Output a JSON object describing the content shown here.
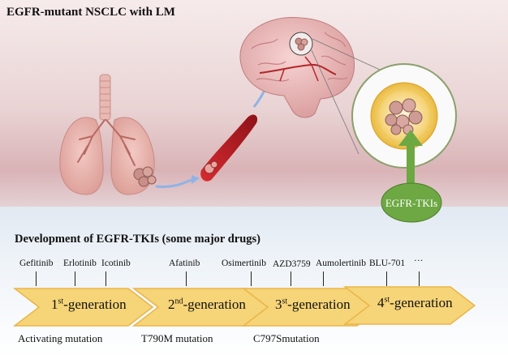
{
  "header": {
    "title": "EGFR-mutant NSCLC with LM"
  },
  "treatment": {
    "label": "EGFR-TKIs"
  },
  "development": {
    "title": "Development of EGFR-TKIs (some major drugs)",
    "drugs": [
      "Gefitinib",
      "Erlotinib",
      "Icotinib",
      "Afatinib",
      "Osimertinib",
      "AZD3759",
      "Aumolertinib",
      "BLU-701",
      "···"
    ],
    "generations": [
      {
        "num": "1",
        "sup": "st",
        "suffix": "-generation"
      },
      {
        "num": "2",
        "sup": "nd",
        "suffix": "-generation"
      },
      {
        "num": "3",
        "sup": "st",
        "suffix": "-generation"
      },
      {
        "num": "4",
        "sup": "st",
        "suffix": "-generation"
      }
    ],
    "mutations": [
      "Activating mutation",
      "T790M mutation",
      "C797Smutation"
    ]
  },
  "colors": {
    "arrow": "#f6d478",
    "arrow_edge": "#eab548",
    "vessel": "#b21f25",
    "egfr_circle": "#6da843"
  }
}
